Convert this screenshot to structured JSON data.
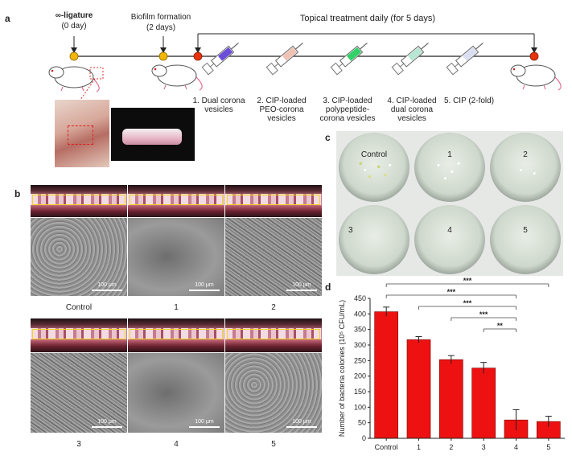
{
  "panel_labels": {
    "a": "a",
    "b": "b",
    "c": "c",
    "d": "d"
  },
  "timeline": {
    "ligature": "∞-ligature",
    "ligature_day": "(0 day)",
    "biofilm": "Biofilm formation",
    "biofilm_day": "(2 days)",
    "topical": "Topical treatment daily (for 5 days)"
  },
  "syringes": [
    {
      "lines": [
        "1. Dual corona",
        "vesicles"
      ],
      "color": "#6b4fd8"
    },
    {
      "lines": [
        "2. CIP-loaded",
        "PEO-corona",
        "vesicles"
      ],
      "color": "#f0c2b4"
    },
    {
      "lines": [
        "3. CIP-loaded",
        "polypeptide-",
        "corona vesicles"
      ],
      "color": "#34d06a"
    },
    {
      "lines": [
        "4. CIP-loaded",
        "dual corona",
        "vesicles"
      ],
      "color": "#b7e6d4"
    },
    {
      "lines": [
        "5. CIP (2-fold)"
      ],
      "color": "#d9dff0"
    }
  ],
  "sem": {
    "scale_bar": "100 μm",
    "groups": [
      "Control",
      "1",
      "2",
      "3",
      "4",
      "5"
    ]
  },
  "plates": [
    "Control",
    "1",
    "2",
    "3",
    "4",
    "5"
  ],
  "chart_data": {
    "type": "bar",
    "categories": [
      "Control",
      "1",
      "2",
      "3",
      "4",
      "5"
    ],
    "values": [
      407,
      317,
      253,
      226,
      59,
      54
    ],
    "errors": [
      15,
      10,
      13,
      18,
      33,
      17
    ],
    "ylabel": "Number of bacteria colonies (10⁵ CFU/mL)",
    "ylim": [
      0,
      450
    ],
    "yticks": [
      0,
      50,
      100,
      150,
      200,
      250,
      300,
      350,
      400,
      450
    ],
    "bar_color": "#ee1111",
    "significance": [
      {
        "from": "Control",
        "to": "5",
        "label": "***"
      },
      {
        "from": "Control",
        "to": "4",
        "label": "***"
      },
      {
        "from": "1",
        "to": "4",
        "label": "***"
      },
      {
        "from": "2",
        "to": "4",
        "label": "***"
      },
      {
        "from": "3",
        "to": "4",
        "label": "**"
      }
    ]
  }
}
